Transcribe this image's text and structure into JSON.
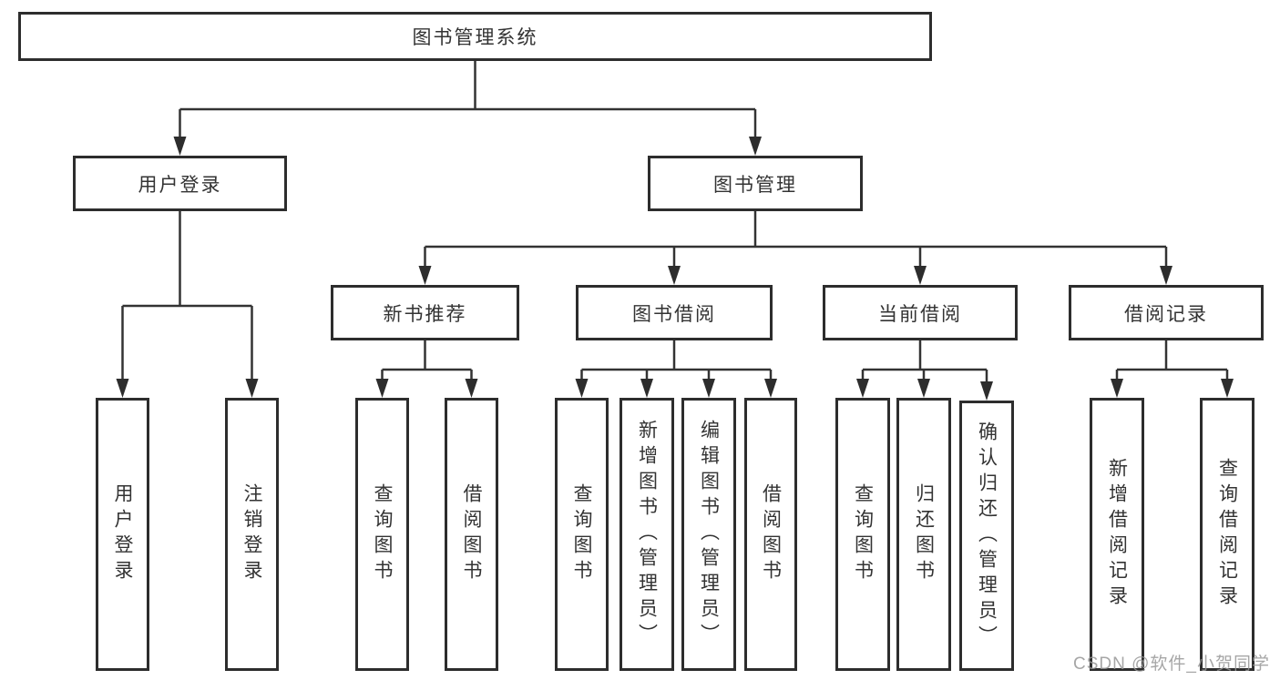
{
  "diagram": {
    "type": "tree",
    "title": "图书管理系统",
    "colors": {
      "background": "#ffffff",
      "box_border": "#2d2d2d",
      "line": "#333333",
      "text": "#333333",
      "watermark": "#969696"
    },
    "nodes": {
      "root": {
        "label": "图书管理系统"
      },
      "user_login": {
        "label": "用户登录"
      },
      "book_mgmt": {
        "label": "图书管理"
      },
      "login": {
        "label": "用户登录"
      },
      "logout": {
        "label": "注销登录"
      },
      "new_book_rec": {
        "label": "新书推荐"
      },
      "book_borrow": {
        "label": "图书借阅"
      },
      "current_borrow": {
        "label": "当前借阅"
      },
      "borrow_records": {
        "label": "借阅记录"
      },
      "nbr_query": {
        "label": "查询图书"
      },
      "nbr_borrow": {
        "label": "借阅图书"
      },
      "bb_query": {
        "label": "查询图书"
      },
      "bb_add": {
        "label": "新增图书（管理员）"
      },
      "bb_edit": {
        "label": "编辑图书（管理员）"
      },
      "bb_borrow": {
        "label": "借阅图书"
      },
      "cb_query": {
        "label": "查询图书"
      },
      "cb_return": {
        "label": "归还图书"
      },
      "cb_confirm": {
        "label": "确认归还（管理员）"
      },
      "br_add": {
        "label": "新增借阅记录"
      },
      "br_query": {
        "label": "查询借阅记录"
      }
    },
    "hierarchy": {
      "root": [
        "user_login",
        "book_mgmt"
      ],
      "user_login": [
        "login",
        "logout"
      ],
      "book_mgmt": [
        "new_book_rec",
        "book_borrow",
        "current_borrow",
        "borrow_records"
      ],
      "new_book_rec": [
        "nbr_query",
        "nbr_borrow"
      ],
      "book_borrow": [
        "bb_query",
        "bb_add",
        "bb_edit",
        "bb_borrow"
      ],
      "current_borrow": [
        "cb_query",
        "cb_return",
        "cb_confirm"
      ],
      "borrow_records": [
        "br_add",
        "br_query"
      ]
    },
    "watermark": "CSDN @软件_小贺同学"
  }
}
